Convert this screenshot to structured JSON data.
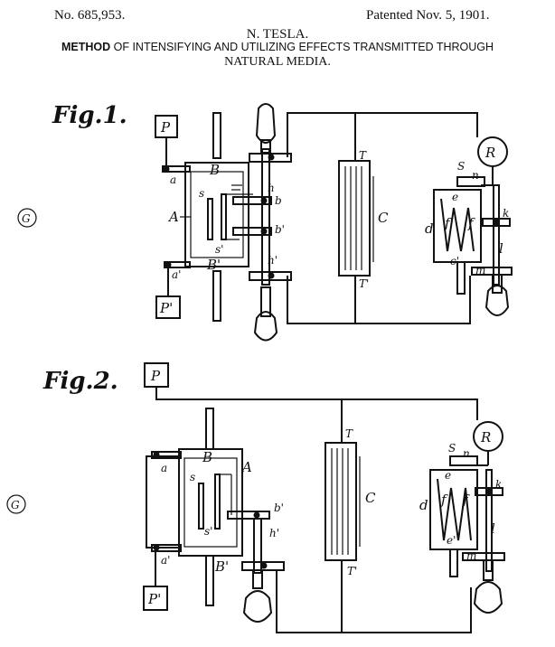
{
  "header": {
    "patent_number": "No. 685,953.",
    "patent_date": "Patented Nov. 5, 1901.",
    "inventor": "N. TESLA.",
    "title_lead": "METHOD",
    "title_rest": " OF INTENSIFYING AND UTILIZING EFFECTS TRANSMITTED THROUGH",
    "title_line2": "NATURAL MEDIA."
  },
  "fig1": {
    "title": "Fig.1.",
    "ground": "G",
    "labels": {
      "P": "P",
      "P_prime": "P'",
      "a": "a",
      "a_prime": "a'",
      "B": "B",
      "B_prime": "B'",
      "A": "A",
      "s": "s",
      "s_prime": "s'",
      "h": "h",
      "h_prime": "h'",
      "b": "b",
      "b_prime": "b'",
      "T": "T",
      "T_prime": "T'",
      "C": "C",
      "R": "R",
      "S": "S",
      "n": "n",
      "e": "e",
      "d": "d",
      "f1": "f",
      "f2": "f",
      "k": "k",
      "l": "l",
      "c_prime": "c'",
      "m": "m"
    }
  },
  "fig2": {
    "title": "Fig.2.",
    "ground": "G",
    "labels": {
      "P": "P",
      "P_prime": "P'",
      "a": "a",
      "a_prime": "a'",
      "B": "B",
      "B_prime": "B'",
      "A": "A",
      "s": "s",
      "s_prime": "s'",
      "b_prime": "b'",
      "h_prime": "h'",
      "T": "T",
      "T_prime": "T'",
      "C": "C",
      "R": "R",
      "S": "S",
      "n": "n",
      "e": "e",
      "d": "d",
      "f1": "f",
      "f2": "f",
      "k": "k",
      "l": "l",
      "e_prime": "e'",
      "m": "m"
    }
  }
}
